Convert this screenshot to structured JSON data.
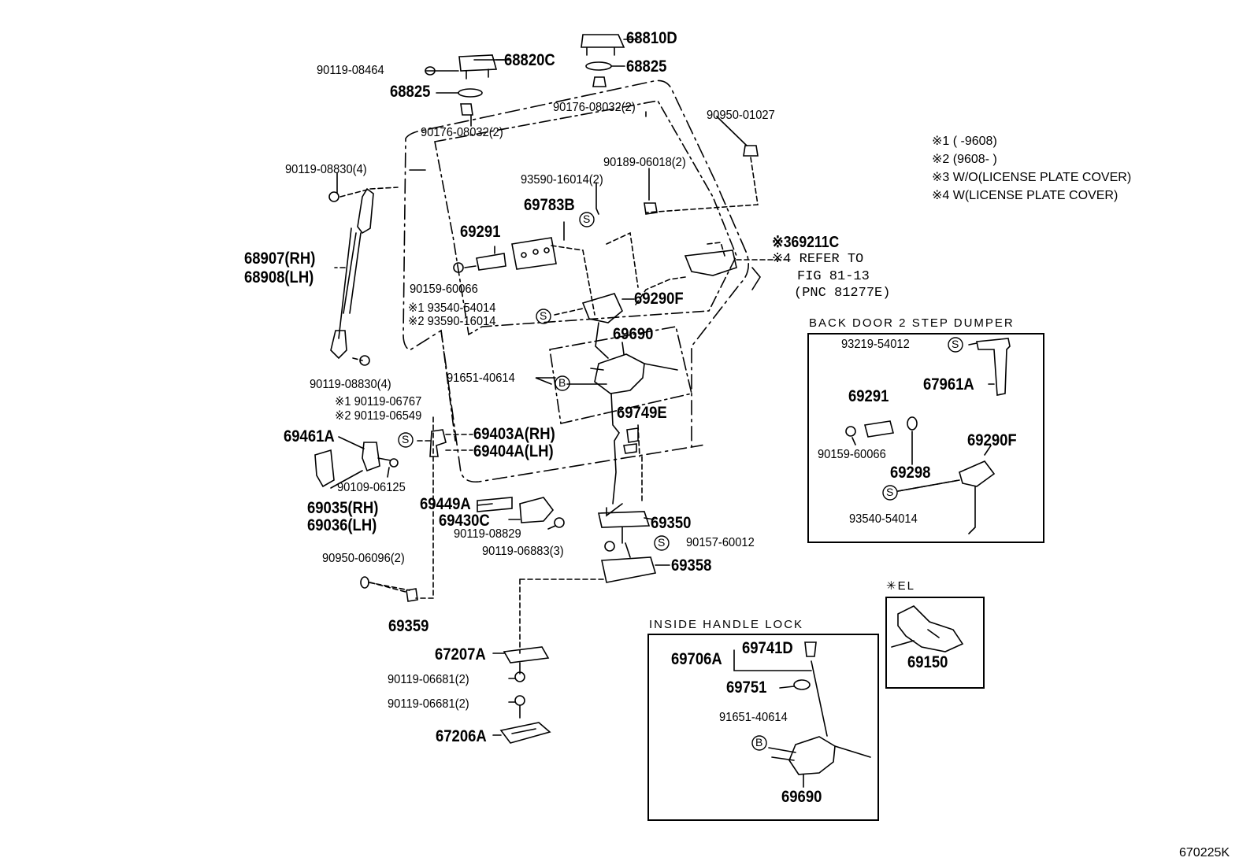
{
  "diagram_id": "670225K",
  "notes": [
    "※1 (       -9608)",
    "※2 (9608-        )",
    "※3 W/O(LICENSE PLATE COVER)",
    "※4 W(LICENSE PLATE COVER)"
  ],
  "boxes": {
    "dumper_title": "BACK DOOR 2 STEP DUMPER",
    "inside_title": "INSIDE HANDLE LOCK",
    "el_title": "✳EL"
  },
  "parts": {
    "p68810D": "68810D",
    "p68825a": "68825",
    "p68820C": "68820C",
    "p90119_08464": "90119-08464",
    "p68825b": "68825",
    "p90176a": "90176-08032(2)",
    "p90176b": "90176-08032(2)",
    "p90950_01027": "90950-01027",
    "p90119_08830a": "90119-08830(4)",
    "p90189": "90189-06018(2)",
    "p93590a": "93590-16014(2)",
    "p69783B": "69783B",
    "p69291a": "69291",
    "p69211C": "※369211C",
    "p_refer": "※4 REFER TO",
    "p_fig": "FIG 81-13",
    "p_pnc": "(PNC 81277E)",
    "p68907": "68907(RH)",
    "p68908": "68908(LH)",
    "p90159a": "90159-60066",
    "p69290Fa": "69290F",
    "p93540a": "※1 93540-54014",
    "p93590b": "※2 93590-16014",
    "p69690a": "69690",
    "p91651a": "91651-40614",
    "p90119_08830b": "90119-08830(4)",
    "p90119_06767": "※1 90119-06767",
    "p90119_06549": "※2 90119-06549",
    "p69461A": "69461A",
    "p69403A": "69403A(RH)",
    "p69404A": "69404A(LH)",
    "p69749E": "69749E",
    "p90109": "90109-06125",
    "p69035": "69035(RH)",
    "p69036": "69036(LH)",
    "p69449A": "69449A",
    "p69430C": "69430C",
    "p90119_08829": "90119-08829",
    "p69350": "69350",
    "p90119_06883": "90119-06883(3)",
    "p90157": "90157-60012",
    "p90950_06096": "90950-06096(2)",
    "p69358": "69358",
    "p69359": "69359",
    "p67207A": "67207A",
    "p90119_06681a": "90119-06681(2)",
    "p90119_06681b": "90119-06681(2)",
    "p67206A": "67206A",
    "p93219": "93219-54012",
    "p67961A": "67961A",
    "p69291b": "69291",
    "p90159b": "90159-60066",
    "p69298": "69298",
    "p69290Fb": "69290F",
    "p93540b": "93540-54014",
    "p69150": "69150",
    "p69706A": "69706A",
    "p69741D": "69741D",
    "p69751": "69751",
    "p91651b": "91651-40614",
    "p69690b": "69690"
  },
  "markers": {
    "s": "S",
    "b": "B"
  }
}
